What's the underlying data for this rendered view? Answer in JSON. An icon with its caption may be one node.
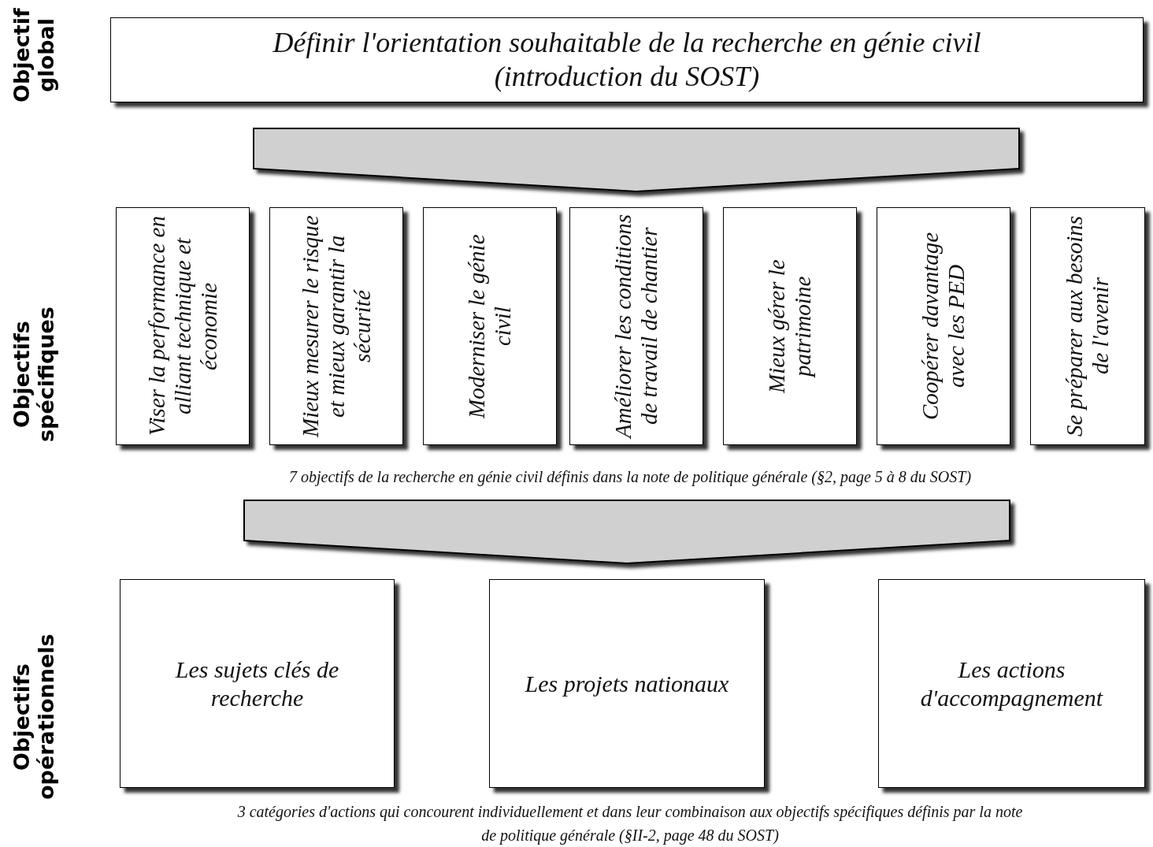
{
  "diagram": {
    "nodes": [
      {
        "text": [
          "Définir l'orientation souhaitable de la recherche en génie civil (introduction du SOST)"
        ]
      },
      {
        "text": [
          "Viser la performance en alliant technique et économie"
        ]
      },
      {
        "text": [
          "Mieux mesurer le risque et mieux garantir la sécurité"
        ]
      },
      {
        "text": [
          "Moderniser le génie civil"
        ]
      },
      {
        "text": [
          "Améliorer les conditions de travail de chantier"
        ]
      },
      {
        "text": [
          "Mieux gérer le patrimoine"
        ]
      },
      {
        "text": [
          "Coopérer davantage avec les PED"
        ]
      },
      {
        "text": [
          "Se préparer aux besoins de l'avenir"
        ]
      },
      {
        "text": [
          "Les sujets clés de recherche"
        ]
      },
      {
        "text": [
          "Les projets nationaux"
        ]
      },
      {
        "text": [
          "Les actions d'accompagnement"
        ]
      }
    ],
    "edges": [
      {
        "from": 0,
        "to": 4,
        "arrow": "to"
      },
      {
        "from": 4,
        "to": 9,
        "arrow": "to"
      }
    ],
    "labels": [
      "Objectif global",
      "Objectifs spécifiques",
      "7 objectifs de la recherche en génie civil définis dans la note de politique générale (§2, page 5 à 8 du SOST)",
      "Objectifs opérationnels",
      "3 catégories d'actions qui concourent individuellement et dans leur combinaison aux objectifs spécifiques définis par la note de politique générale (§II-2, page 48 du SOST)"
    ]
  }
}
